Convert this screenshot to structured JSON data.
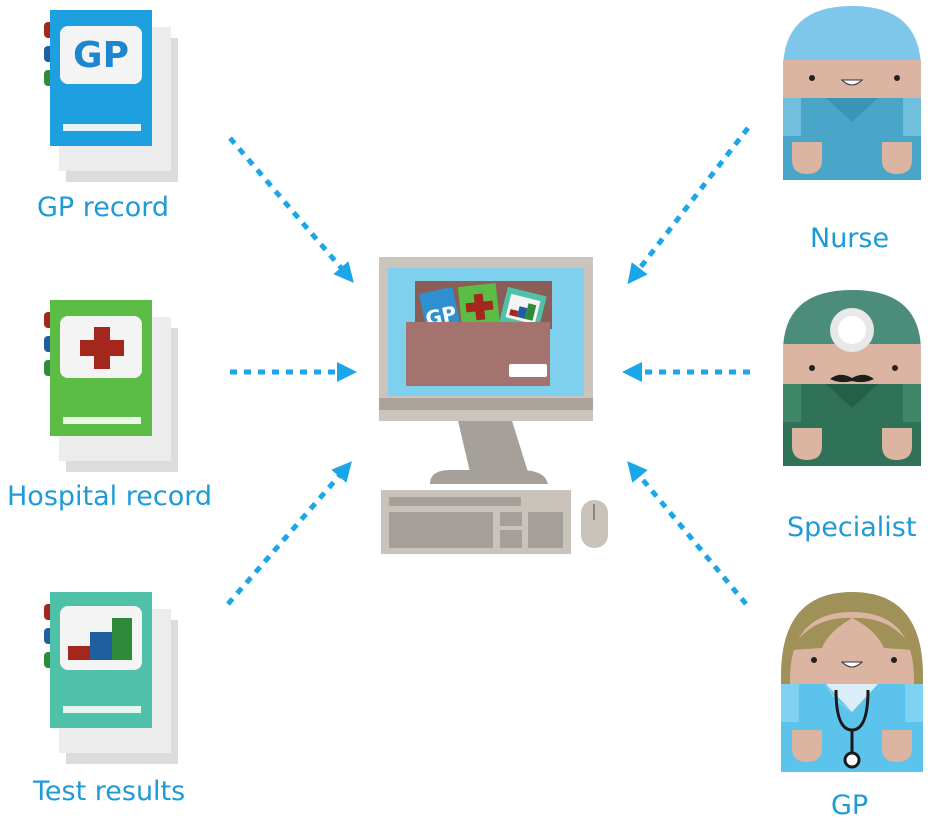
{
  "colors": {
    "accent_blue": "#1e9ad6",
    "arrow_blue": "#1aa6e8",
    "gp_book": "#1ea0e0",
    "hospital_book": "#5bbd45",
    "test_book": "#4fc1a9",
    "cross_red": "#a3271c",
    "monitor_gray": "#c9c3bb",
    "screen_blue": "#7fcfee",
    "folder_brown": "#a5736d",
    "nurse_uniform": "#4aa6c8",
    "specialist_uniform": "#2f7258",
    "gp_uniform": "#5cc4ec",
    "skin": "#dbb5a1"
  },
  "sources": [
    {
      "label": "GP record",
      "icon": "gp-record-book-icon",
      "badge": "GP"
    },
    {
      "label": "Hospital record",
      "icon": "hospital-record-book-icon"
    },
    {
      "label": "Test results",
      "icon": "test-results-book-icon"
    }
  ],
  "staff": [
    {
      "label": "Nurse",
      "icon": "nurse-icon"
    },
    {
      "label": "Specialist",
      "icon": "specialist-icon"
    },
    {
      "label": "GP",
      "icon": "gp-doctor-icon"
    }
  ],
  "computer": {
    "icon": "computer-icon",
    "folder_badge": "GP"
  }
}
